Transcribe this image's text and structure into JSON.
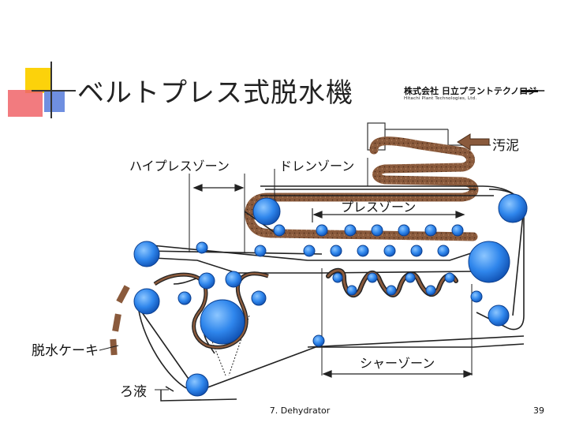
{
  "title": "ベルトプレス式脱水機",
  "logo": {
    "company_jp": "株式会社 日立プラントテクノロジー",
    "company_en": "Hitachi Plant Technologies, Ltd."
  },
  "diagram": {
    "labels": {
      "sludge": "汚泥",
      "high_press_zone": "ハイプレスゾーン",
      "drain_zone": "ドレンゾーン",
      "press_zone": "プレスゾーン",
      "cake": "脱水ケーキ",
      "shear_zone": "シャーゾーン",
      "filtrate": "ろ液"
    },
    "colors": {
      "roller": "#1e6fd6",
      "roller_light": "#6fb2ff",
      "sludge": "#8a5a3c",
      "belt": "#222222"
    }
  },
  "footer": {
    "title": "7. Dehydrator",
    "page": "39"
  }
}
